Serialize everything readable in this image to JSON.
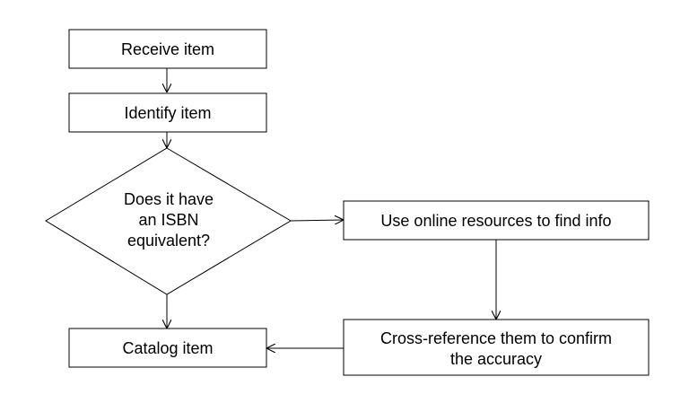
{
  "diagram": {
    "nodes": {
      "receive": {
        "label": "Receive item"
      },
      "identify": {
        "label": "Identify item"
      },
      "decision": {
        "lines": [
          "Does it have",
          "an ISBN",
          "equivalent?"
        ]
      },
      "online": {
        "label": "Use online resources to find info"
      },
      "cross": {
        "lines": [
          "Cross-reference them to confirm",
          "the accuracy"
        ]
      },
      "catalog": {
        "label": "Catalog item"
      }
    },
    "colors": {
      "stroke": "#000000",
      "fill": "#ffffff",
      "text": "#000000"
    }
  }
}
